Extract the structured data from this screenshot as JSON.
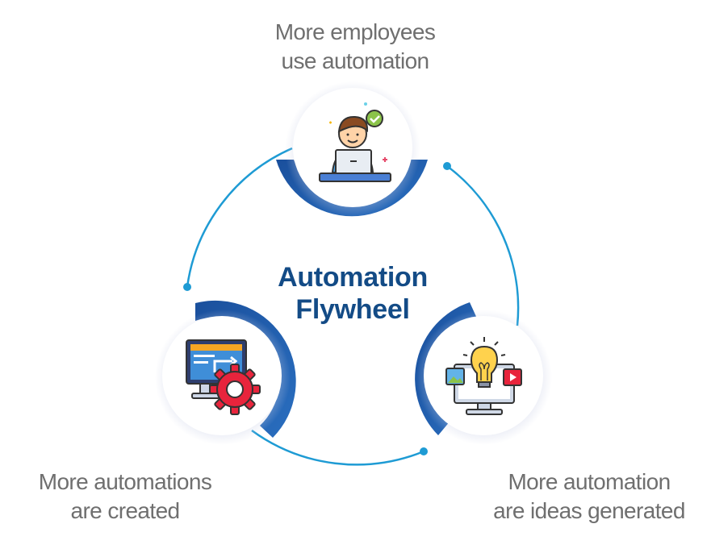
{
  "center_title": {
    "line1": "Automation",
    "line2": "Flywheel"
  },
  "nodes": {
    "top": {
      "line1": "More employees",
      "line2": "use automation",
      "icon": "employee-laptop-icon"
    },
    "left": {
      "line1": "More automations",
      "line2": "are created",
      "icon": "automation-monitor-gear-icon"
    },
    "right": {
      "line1": "More automation",
      "line2": "are ideas generated",
      "icon": "idea-monitor-icon"
    }
  },
  "colors": {
    "arc": "#1e5aa8",
    "cycle_line": "#1e9bd4",
    "title": "#134b86",
    "label": "#6f6f6f"
  }
}
